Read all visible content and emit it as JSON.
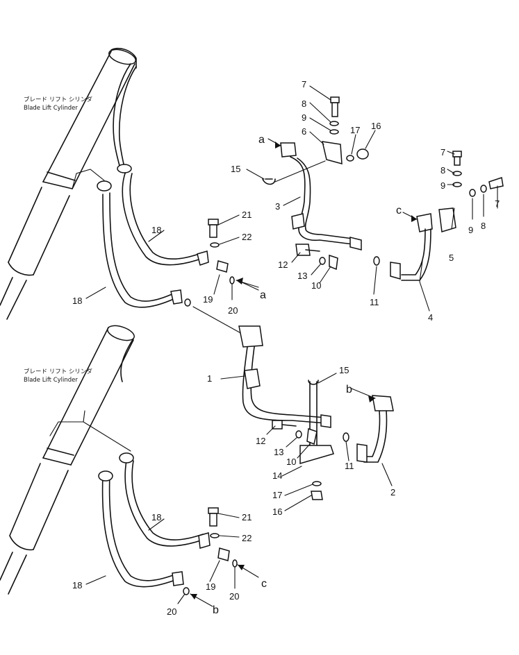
{
  "captions": {
    "top_jp": "ブレード リフト シリンダ",
    "top_en": "Blade Lift Cylinder",
    "bottom_jp": "ブレード リフト シリンダ",
    "bottom_en": "Blade Lift Cylinder"
  },
  "callouts_top": {
    "p7a": "7",
    "p8a": "8",
    "p9a": "9",
    "p6": "6",
    "p17a": "17",
    "p16a": "16",
    "ref_a1": "a",
    "p15a": "15",
    "p3": "3",
    "p7b": "7",
    "p8b": "8",
    "p9b": "9",
    "p7c": "7",
    "p8c": "8",
    "p9c": "9",
    "p5": "5",
    "ref_c1": "c",
    "p4": "4",
    "p11a": "11",
    "p21a": "21",
    "p22a": "22",
    "p12a": "12",
    "p13a": "13",
    "p10a": "10",
    "p18a": "18",
    "p18b": "18",
    "p19a": "19",
    "p20a": "20",
    "ref_a2": "a"
  },
  "callouts_bottom": {
    "p1": "1",
    "p15b": "15",
    "ref_b1": "b",
    "p12b": "12",
    "p13b": "13",
    "p10b": "10",
    "p11b": "11",
    "p14": "14",
    "p2": "2",
    "p17b": "17",
    "p16b": "16",
    "p18c": "18",
    "p18d": "18",
    "p21b": "21",
    "p22b": "22",
    "p19b": "19",
    "p20b": "20",
    "ref_c2": "c",
    "p20c": "20",
    "ref_b2": "b"
  }
}
